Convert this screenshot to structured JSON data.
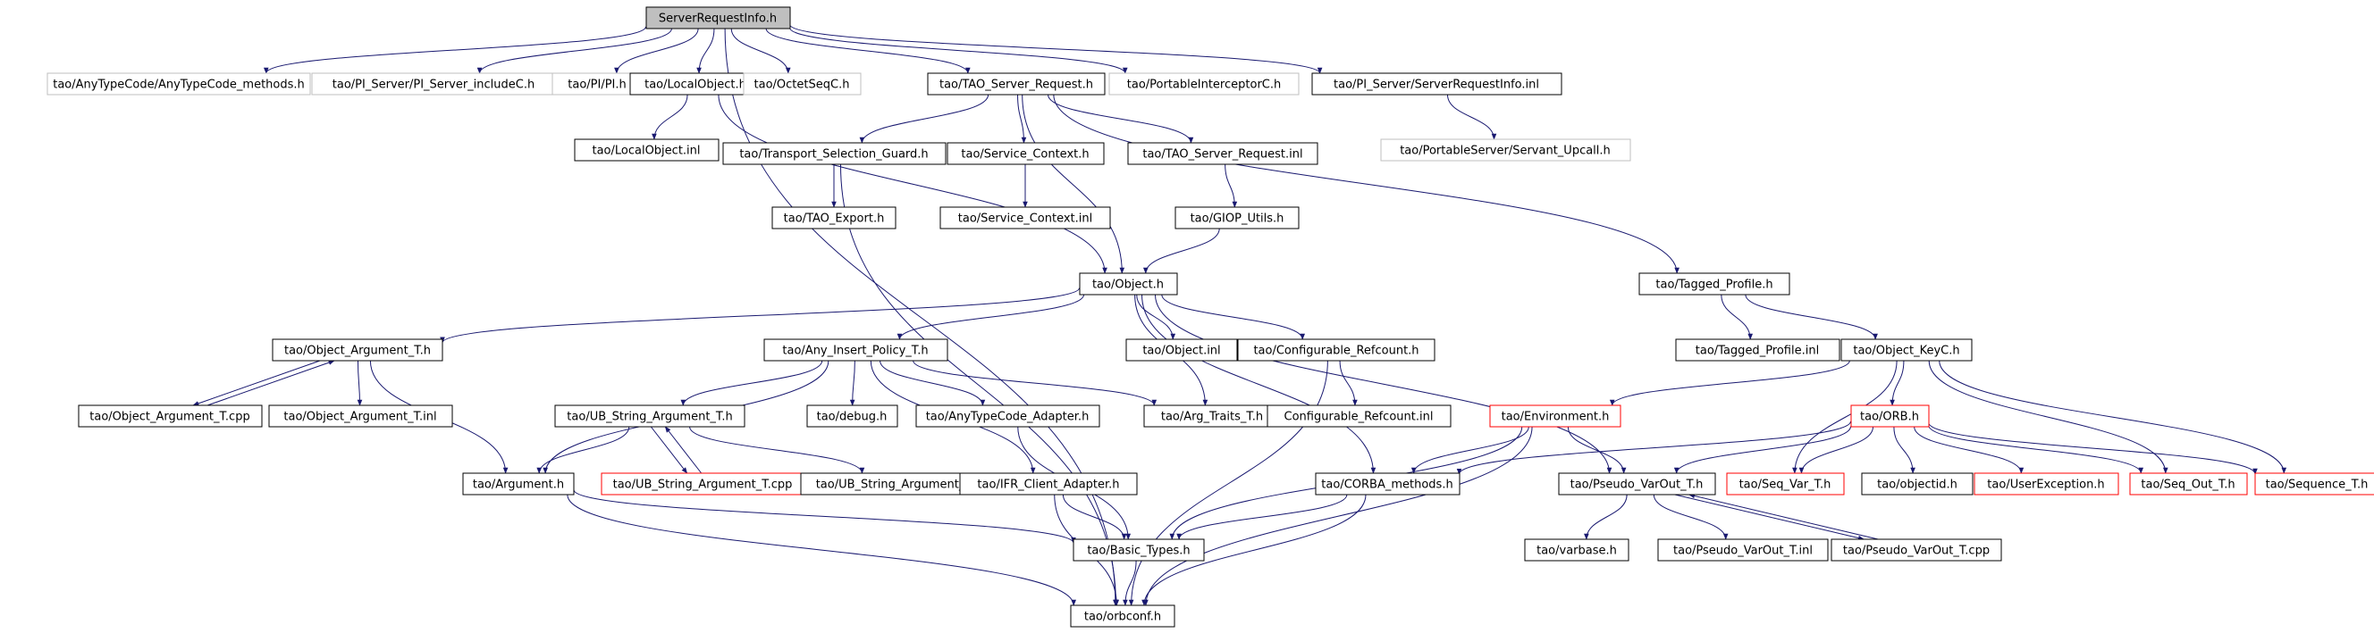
{
  "graph": {
    "nodes": [
      {
        "id": "root",
        "label": "ServerRequestInfo.h",
        "style": "root"
      },
      {
        "id": "anytype_methods",
        "label": "tao/AnyTypeCode/AnyTypeCode_methods.h",
        "style": "gray"
      },
      {
        "id": "pi_server_include",
        "label": "tao/PI_Server/PI_Server_includeC.h",
        "style": "gray"
      },
      {
        "id": "pi_h",
        "label": "tao/PI/PI.h",
        "style": "gray"
      },
      {
        "id": "localobject_h",
        "label": "tao/LocalObject.h",
        "style": "black"
      },
      {
        "id": "octetseq",
        "label": "tao/OctetSeqC.h",
        "style": "gray"
      },
      {
        "id": "tao_server_request_h",
        "label": "tao/TAO_Server_Request.h",
        "style": "black"
      },
      {
        "id": "portable_interceptor",
        "label": "tao/PortableInterceptorC.h",
        "style": "gray"
      },
      {
        "id": "sri_inl",
        "label": "tao/PI_Server/ServerRequestInfo.inl",
        "style": "black"
      },
      {
        "id": "localobject_inl",
        "label": "tao/LocalObject.inl",
        "style": "black"
      },
      {
        "id": "transport_sel",
        "label": "tao/Transport_Selection_Guard.h",
        "style": "black"
      },
      {
        "id": "service_ctx_h",
        "label": "tao/Service_Context.h",
        "style": "black"
      },
      {
        "id": "tao_server_request_inl",
        "label": "tao/TAO_Server_Request.inl",
        "style": "black"
      },
      {
        "id": "servant_upcall",
        "label": "tao/PortableServer/Servant_Upcall.h",
        "style": "gray"
      },
      {
        "id": "tao_export",
        "label": "tao/TAO_Export.h",
        "style": "black"
      },
      {
        "id": "service_ctx_inl",
        "label": "tao/Service_Context.inl",
        "style": "black"
      },
      {
        "id": "giop_utils",
        "label": "tao/GIOP_Utils.h",
        "style": "black"
      },
      {
        "id": "object_h",
        "label": "tao/Object.h",
        "style": "black"
      },
      {
        "id": "tagged_profile_h",
        "label": "tao/Tagged_Profile.h",
        "style": "black"
      },
      {
        "id": "obj_arg_t_h",
        "label": "tao/Object_Argument_T.h",
        "style": "black"
      },
      {
        "id": "any_insert",
        "label": "tao/Any_Insert_Policy_T.h",
        "style": "black"
      },
      {
        "id": "object_inl",
        "label": "tao/Object.inl",
        "style": "black"
      },
      {
        "id": "config_refcount_h",
        "label": "tao/Configurable_Refcount.h",
        "style": "black"
      },
      {
        "id": "tagged_profile_inl",
        "label": "tao/Tagged_Profile.inl",
        "style": "black"
      },
      {
        "id": "object_keyc",
        "label": "tao/Object_KeyC.h",
        "style": "black"
      },
      {
        "id": "obj_arg_t_cpp",
        "label": "tao/Object_Argument_T.cpp",
        "style": "black"
      },
      {
        "id": "obj_arg_t_inl",
        "label": "tao/Object_Argument_T.inl",
        "style": "black"
      },
      {
        "id": "ub_string_arg_h",
        "label": "tao/UB_String_Argument_T.h",
        "style": "black"
      },
      {
        "id": "debug_h",
        "label": "tao/debug.h",
        "style": "black"
      },
      {
        "id": "anytype_adapter",
        "label": "tao/AnyTypeCode_Adapter.h",
        "style": "black"
      },
      {
        "id": "arg_traits",
        "label": "tao/Arg_Traits_T.h",
        "style": "black"
      },
      {
        "id": "config_refcount_inl",
        "label": "Configurable_Refcount.inl",
        "style": "black"
      },
      {
        "id": "environment_h",
        "label": "tao/Environment.h",
        "style": "red"
      },
      {
        "id": "orb_h",
        "label": "tao/ORB.h",
        "style": "red"
      },
      {
        "id": "argument_h",
        "label": "tao/Argument.h",
        "style": "black"
      },
      {
        "id": "ub_string_arg_cpp",
        "label": "tao/UB_String_Argument_T.cpp",
        "style": "red"
      },
      {
        "id": "ub_string_arg_inl",
        "label": "tao/UB_String_Argument_T.inl",
        "style": "black"
      },
      {
        "id": "ifr_client",
        "label": "tao/IFR_Client_Adapter.h",
        "style": "black"
      },
      {
        "id": "corba_methods",
        "label": "tao/CORBA_methods.h",
        "style": "black"
      },
      {
        "id": "pseudo_varout_h",
        "label": "tao/Pseudo_VarOut_T.h",
        "style": "black"
      },
      {
        "id": "seq_var",
        "label": "tao/Seq_Var_T.h",
        "style": "red"
      },
      {
        "id": "objectid",
        "label": "tao/objectid.h",
        "style": "black"
      },
      {
        "id": "user_exception",
        "label": "tao/UserException.h",
        "style": "red"
      },
      {
        "id": "seq_out",
        "label": "tao/Seq_Out_T.h",
        "style": "red"
      },
      {
        "id": "sequence_t",
        "label": "tao/Sequence_T.h",
        "style": "red"
      },
      {
        "id": "basic_types",
        "label": "tao/Basic_Types.h",
        "style": "black"
      },
      {
        "id": "varbase",
        "label": "tao/varbase.h",
        "style": "black"
      },
      {
        "id": "pseudo_varout_inl",
        "label": "tao/Pseudo_VarOut_T.inl",
        "style": "black"
      },
      {
        "id": "pseudo_varout_cpp",
        "label": "tao/Pseudo_VarOut_T.cpp",
        "style": "black"
      },
      {
        "id": "orbconf",
        "label": "tao/orbconf.h",
        "style": "black"
      }
    ],
    "edges": [
      [
        "root",
        "anytype_methods"
      ],
      [
        "root",
        "pi_server_include"
      ],
      [
        "root",
        "pi_h"
      ],
      [
        "root",
        "localobject_h"
      ],
      [
        "root",
        "octetseq"
      ],
      [
        "root",
        "tao_server_request_h"
      ],
      [
        "root",
        "portable_interceptor"
      ],
      [
        "root",
        "sri_inl"
      ],
      [
        "root",
        "orbconf"
      ],
      [
        "localobject_h",
        "localobject_inl"
      ],
      [
        "localobject_h",
        "object_h"
      ],
      [
        "tao_server_request_h",
        "transport_sel"
      ],
      [
        "tao_server_request_h",
        "service_ctx_h"
      ],
      [
        "tao_server_request_h",
        "tao_server_request_inl"
      ],
      [
        "tao_server_request_h",
        "object_h"
      ],
      [
        "tao_server_request_h",
        "tagged_profile_h"
      ],
      [
        "sri_inl",
        "servant_upcall"
      ],
      [
        "transport_sel",
        "tao_export"
      ],
      [
        "transport_sel",
        "orbconf"
      ],
      [
        "service_ctx_h",
        "service_ctx_inl"
      ],
      [
        "tao_server_request_inl",
        "giop_utils"
      ],
      [
        "giop_utils",
        "object_h"
      ],
      [
        "object_h",
        "obj_arg_t_h"
      ],
      [
        "object_h",
        "any_insert"
      ],
      [
        "object_h",
        "object_inl"
      ],
      [
        "object_h",
        "config_refcount_h"
      ],
      [
        "object_h",
        "arg_traits"
      ],
      [
        "object_h",
        "corba_methods"
      ],
      [
        "object_h",
        "pseudo_varout_h"
      ],
      [
        "tagged_profile_h",
        "tagged_profile_inl"
      ],
      [
        "tagged_profile_h",
        "object_keyc"
      ],
      [
        "obj_arg_t_h",
        "obj_arg_t_cpp"
      ],
      [
        "obj_arg_t_h",
        "obj_arg_t_inl"
      ],
      [
        "obj_arg_t_h",
        "argument_h"
      ],
      [
        "obj_arg_t_cpp",
        "obj_arg_t_h"
      ],
      [
        "any_insert",
        "ub_string_arg_h"
      ],
      [
        "any_insert",
        "debug_h"
      ],
      [
        "any_insert",
        "anytype_adapter"
      ],
      [
        "any_insert",
        "arg_traits"
      ],
      [
        "any_insert",
        "argument_h"
      ],
      [
        "any_insert",
        "ifr_client"
      ],
      [
        "config_refcount_h",
        "config_refcount_inl"
      ],
      [
        "config_refcount_h",
        "orbconf"
      ],
      [
        "object_keyc",
        "environment_h"
      ],
      [
        "object_keyc",
        "orb_h"
      ],
      [
        "object_keyc",
        "seq_var"
      ],
      [
        "object_keyc",
        "seq_out"
      ],
      [
        "object_keyc",
        "sequence_t"
      ],
      [
        "ub_string_arg_h",
        "argument_h"
      ],
      [
        "ub_string_arg_h",
        "ub_string_arg_cpp"
      ],
      [
        "ub_string_arg_h",
        "ub_string_arg_inl"
      ],
      [
        "ub_string_arg_cpp",
        "ub_string_arg_h"
      ],
      [
        "anytype_adapter",
        "basic_types"
      ],
      [
        "environment_h",
        "corba_methods"
      ],
      [
        "environment_h",
        "pseudo_varout_h"
      ],
      [
        "environment_h",
        "basic_types"
      ],
      [
        "environment_h",
        "orbconf"
      ],
      [
        "orb_h",
        "corba_methods"
      ],
      [
        "orb_h",
        "pseudo_varout_h"
      ],
      [
        "orb_h",
        "seq_var"
      ],
      [
        "orb_h",
        "objectid"
      ],
      [
        "orb_h",
        "user_exception"
      ],
      [
        "orb_h",
        "seq_out"
      ],
      [
        "orb_h",
        "sequence_t"
      ],
      [
        "argument_h",
        "basic_types"
      ],
      [
        "argument_h",
        "orbconf"
      ],
      [
        "ifr_client",
        "basic_types"
      ],
      [
        "ifr_client",
        "orbconf"
      ],
      [
        "corba_methods",
        "basic_types"
      ],
      [
        "corba_methods",
        "orbconf"
      ],
      [
        "pseudo_varout_h",
        "varbase"
      ],
      [
        "pseudo_varout_h",
        "pseudo_varout_inl"
      ],
      [
        "pseudo_varout_h",
        "pseudo_varout_cpp"
      ],
      [
        "pseudo_varout_cpp",
        "pseudo_varout_h"
      ],
      [
        "basic_types",
        "orbconf"
      ]
    ]
  }
}
